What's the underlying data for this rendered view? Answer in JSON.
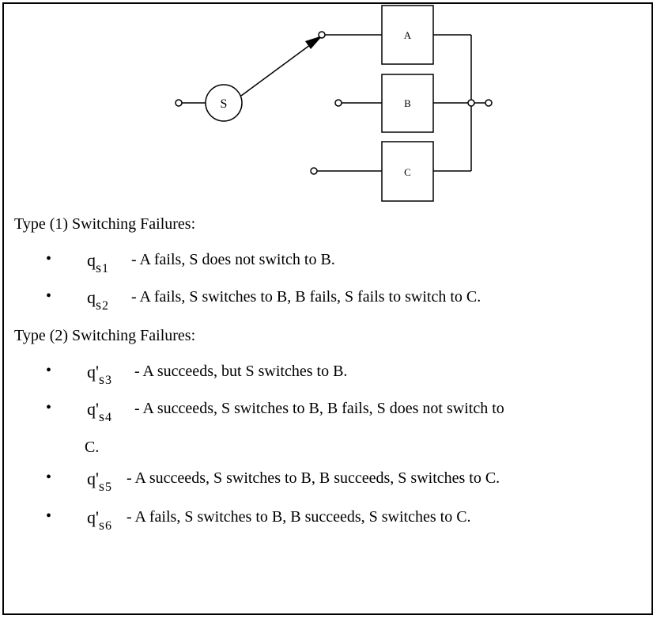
{
  "diagram": {
    "switch_label": "S",
    "blocks": [
      "A",
      "B",
      "C"
    ]
  },
  "type1": {
    "heading": "Type (1) Switching Failures:",
    "items": [
      {
        "symbol": "q",
        "sub": "s",
        "subsub": "1",
        "text": "- A fails, S does not switch to B."
      },
      {
        "symbol": "q",
        "sub": "s",
        "subsub": "2",
        "text": "- A fails, S switches to B, B fails, S fails to switch to C."
      }
    ]
  },
  "type2": {
    "heading": "Type (2) Switching Failures:",
    "items": [
      {
        "symbol": "q'",
        "sub": "s",
        "subsub": "3",
        "text": "- A succeeds, but S switches to B."
      },
      {
        "symbol": "q'",
        "sub": "s",
        "subsub": "4",
        "text": "- A succeeds, S switches to B, B fails, S does not switch to",
        "continuation": "C."
      },
      {
        "symbol": "q'",
        "sub": "s",
        "subsub": "5",
        "text": "- A succeeds, S switches to B, B succeeds, S switches to C."
      },
      {
        "symbol": "q'",
        "sub": "s",
        "subsub": "6",
        "text": "- A fails, S switches to B, B succeeds, S switches to C."
      }
    ]
  },
  "bullet": "•"
}
